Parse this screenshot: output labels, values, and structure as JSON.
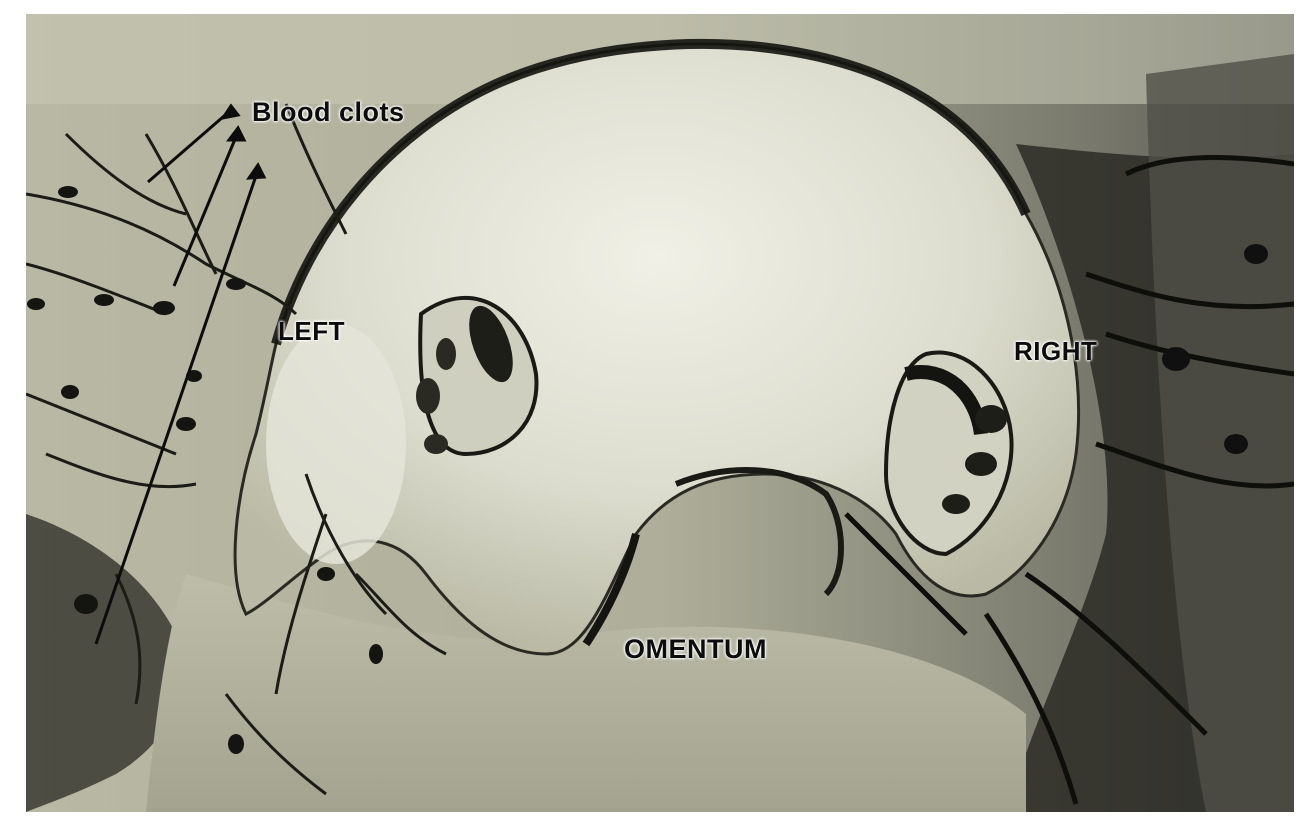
{
  "labels": {
    "blood_clots": "Blood clots",
    "left": "LEFT",
    "right": "RIGHT",
    "omentum": "OMENTUM"
  },
  "colors": {
    "border": "#ffffff",
    "background_tissue": "#a7a793",
    "organ_highlight": "#ecece1",
    "dark_vessels": "#141410",
    "label_text": "#0c0c0c"
  }
}
